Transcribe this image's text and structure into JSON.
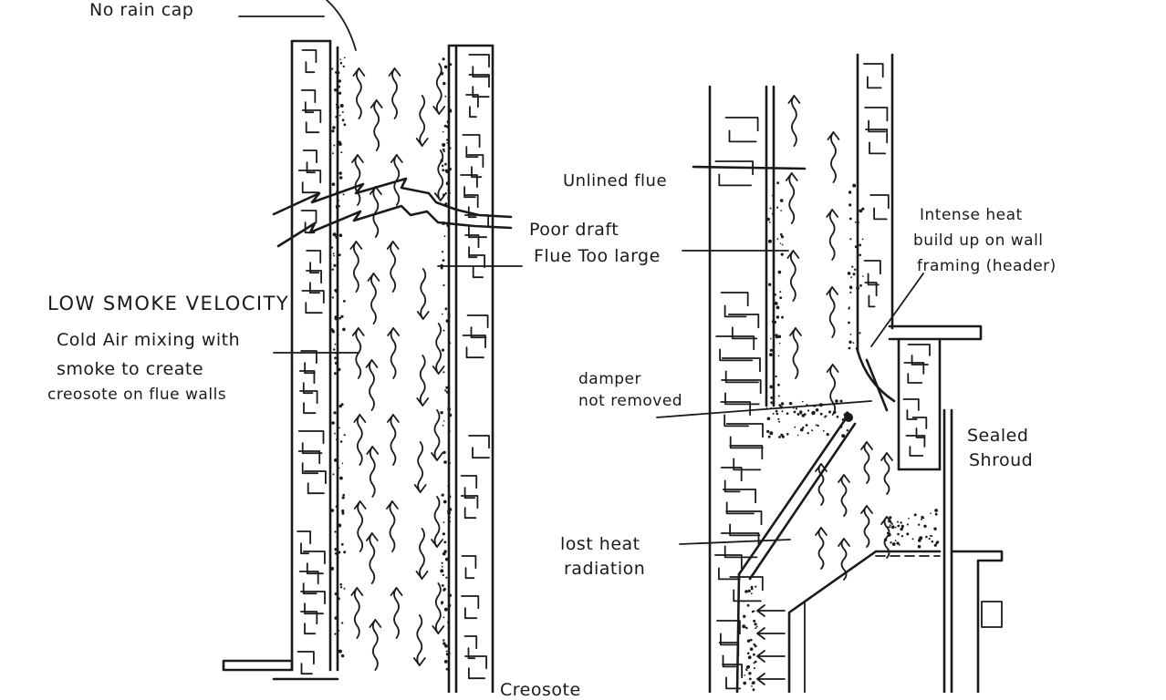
{
  "labels": {
    "no_rain_cap": "No rain cap",
    "low_smoke_velocity": "LOW SMOKE VELOCITY",
    "cold_air_1": "Cold Air mixing with",
    "cold_air_2": "smoke to create",
    "cold_air_3": "creosote on flue walls",
    "poor_draft": "Poor draft",
    "flue_too_large": "Flue Too large",
    "unlined_flue": "Unlined flue",
    "intense_heat_1": "Intense heat",
    "intense_heat_2": "build up on wall",
    "intense_heat_3": "framing (header)",
    "damper_1": "damper",
    "damper_2": "not removed",
    "sealed_1": "Sealed",
    "sealed_2": "Shroud",
    "lost_heat_1": "lost heat",
    "lost_heat_2": "radiation",
    "creosote": "Creosote"
  }
}
